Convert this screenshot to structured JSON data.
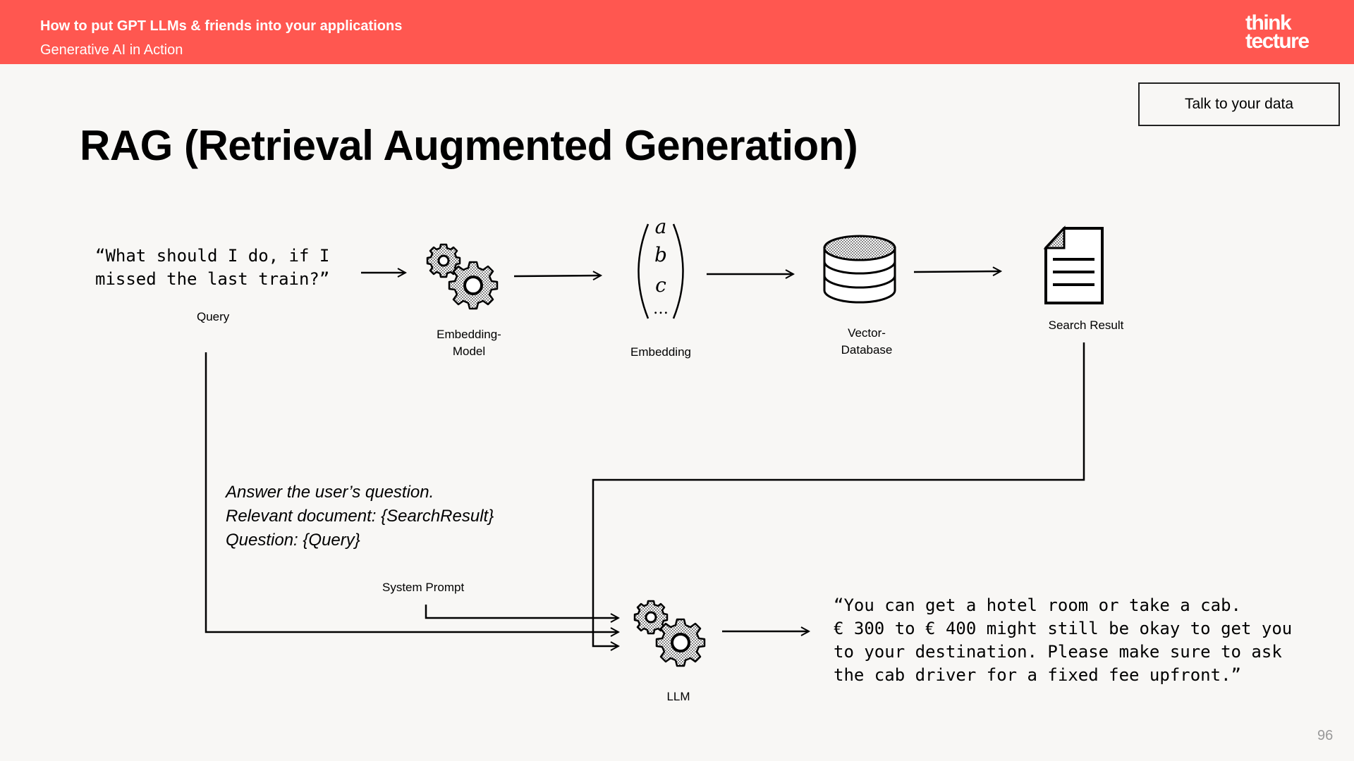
{
  "header": {
    "title": "How to put GPT LLMs & friends into your applications",
    "subtitle": "Generative AI in Action",
    "logo_line1": "think",
    "logo_line2": "tecture"
  },
  "tag": "Talk to your data",
  "title": "RAG (Retrieval Augmented Generation)",
  "query": {
    "text": "“What should I do, if I\nmissed the last train?”",
    "label": "Query"
  },
  "embedding_model": {
    "label_line1": "Embedding-",
    "label_line2": "Model",
    "icon": "gears-icon"
  },
  "embedding": {
    "label": "Embedding",
    "items": [
      "a",
      "b",
      "c"
    ],
    "ellipsis": "…"
  },
  "vector_database": {
    "label_line1": "Vector-",
    "label_line2": "Database",
    "icon": "database-icon"
  },
  "search_result": {
    "label": "Search Result",
    "icon": "document-icon"
  },
  "system_prompt": {
    "lines": [
      "Answer the user’s question.",
      "Relevant document: {SearchResult}",
      "Question: {Query}"
    ],
    "label": "System Prompt"
  },
  "llm": {
    "label": "LLM",
    "icon": "gears-icon"
  },
  "answer": {
    "text": "“You can get a hotel room or take a cab.\n€ 300 to € 400 might still be okay to get you\nto your destination. Please make sure to ask\nthe cab driver for a fixed fee upfront.”"
  },
  "page_number": "96",
  "colors": {
    "header": "#ff5750",
    "background": "#f8f7f5"
  }
}
